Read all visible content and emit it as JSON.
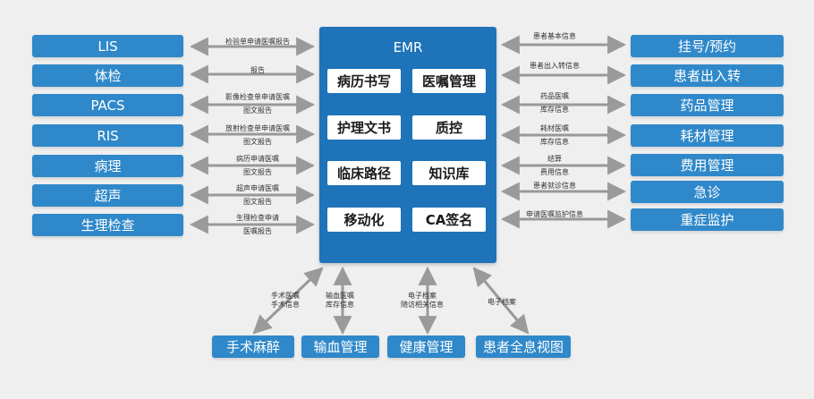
{
  "center": {
    "title": "EMR",
    "modules": [
      "病历书写",
      "医嘱管理",
      "护理文书",
      "质控",
      "临床路径",
      "知识库",
      "移动化",
      "CA签名"
    ]
  },
  "left_systems": [
    {
      "name": "LIS",
      "label": [
        "检验单申请医嘱报告"
      ]
    },
    {
      "name": "体检",
      "label": [
        "报告"
      ]
    },
    {
      "name": "PACS",
      "label": [
        "影像检查单申请医嘱",
        "图文报告"
      ]
    },
    {
      "name": "RIS",
      "label": [
        "放射检查单申请医嘱",
        "图文报告"
      ]
    },
    {
      "name": "病理",
      "label": [
        "病历申请医嘱",
        "图文报告"
      ]
    },
    {
      "name": "超声",
      "label": [
        "超声申请医嘱",
        "图文报告"
      ]
    },
    {
      "name": "生理检查",
      "label": [
        "生理检查申请",
        "医嘱报告"
      ]
    }
  ],
  "right_systems": [
    {
      "name": "挂号/预约",
      "label": [
        "患者基本信息"
      ]
    },
    {
      "name": "患者出入转",
      "label": [
        "患者出入转信息"
      ]
    },
    {
      "name": "药品管理",
      "label": [
        "药品医嘱",
        "库存信息"
      ]
    },
    {
      "name": "耗材管理",
      "label": [
        "耗材医嘱",
        "库存信息"
      ]
    },
    {
      "name": "费用管理",
      "label": [
        "结算",
        "费用信息"
      ]
    },
    {
      "name": "急诊",
      "label": [
        "患者就诊信息"
      ]
    },
    {
      "name": "重症监护",
      "label": [
        "申请医嘱监护信息"
      ]
    }
  ],
  "bottom_systems": [
    {
      "name": "手术麻醉",
      "label": [
        "手术医嘱",
        "手术信息"
      ]
    },
    {
      "name": "输血管理",
      "label": [
        "输血医嘱",
        "库存信息"
      ]
    },
    {
      "name": "健康管理",
      "label": [
        "电子档案",
        "随访相关信息"
      ]
    },
    {
      "name": "患者全息视图",
      "label": [
        "电子档案"
      ]
    }
  ],
  "colors": {
    "box": "#2f88c9",
    "emr": "#1e73b9",
    "arrow": "#999999",
    "background": "#efefef"
  }
}
